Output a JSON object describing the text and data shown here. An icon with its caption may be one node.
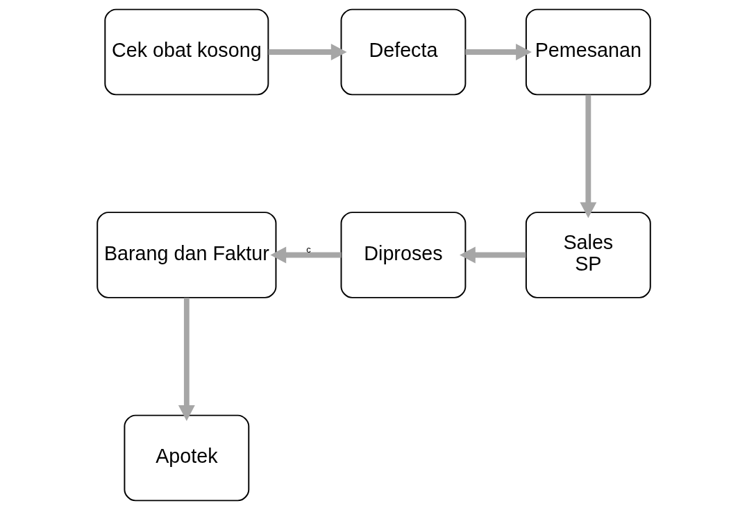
{
  "diagram": {
    "nodes": [
      {
        "text": [
          "Cek obat kosong"
        ]
      },
      {
        "text": [
          "Defecta"
        ]
      },
      {
        "text": [
          "Pemesanan"
        ]
      },
      {
        "text": [
          "Sales",
          "SP"
        ]
      },
      {
        "text": [
          "Diproses"
        ]
      },
      {
        "text": [
          "Barang dan Faktur"
        ]
      },
      {
        "text": [
          "Apotek"
        ]
      }
    ],
    "edges": [
      {
        "from": 0,
        "to": 1,
        "arrow": "to"
      },
      {
        "from": 1,
        "to": 2,
        "arrow": "to"
      },
      {
        "from": 2,
        "to": 3,
        "arrow": "to"
      },
      {
        "from": 3,
        "to": 4,
        "arrow": "to"
      },
      {
        "from": 4,
        "to": 5,
        "arrow": "to",
        "label": "c"
      },
      {
        "from": 5,
        "to": 6,
        "arrow": "to"
      }
    ]
  }
}
